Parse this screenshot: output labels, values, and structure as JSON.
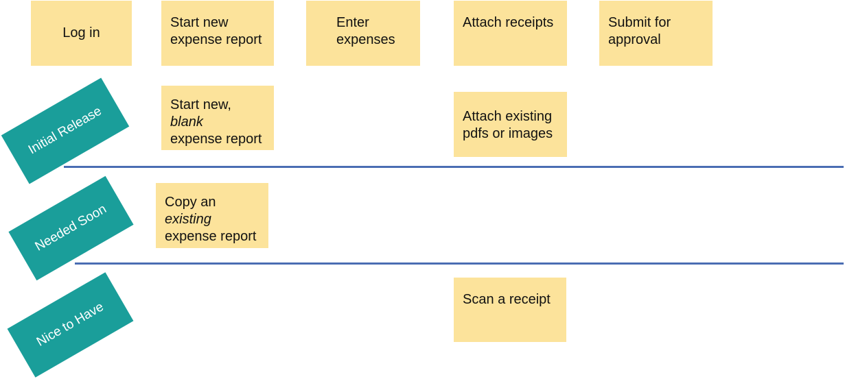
{
  "steps": {
    "log_in": "Log in",
    "start_new_line1": "Start new",
    "start_new_line2": "expense report",
    "enter_line1": "Enter",
    "enter_line2": "expenses",
    "attach_receipts": "Attach receipts",
    "submit_line1": "Submit for",
    "submit_line2": "approval"
  },
  "initial_release": {
    "label": "Initial Release",
    "blank_line1": "Start new,",
    "blank_line2": "blank",
    "blank_line3": "expense report",
    "attach_existing_line1": "Attach existing",
    "attach_existing_line2": "pdfs or images"
  },
  "needed_soon": {
    "label": "Needed Soon",
    "copy_line1": "Copy an",
    "copy_line2": "existing",
    "copy_line3": "expense report"
  },
  "nice_to_have": {
    "label": "Nice to Have",
    "scan": "Scan a receipt"
  },
  "colors": {
    "sticky_note": "#fce39b",
    "release_tag": "#1a9e9a",
    "divider": "#4a6db3"
  }
}
